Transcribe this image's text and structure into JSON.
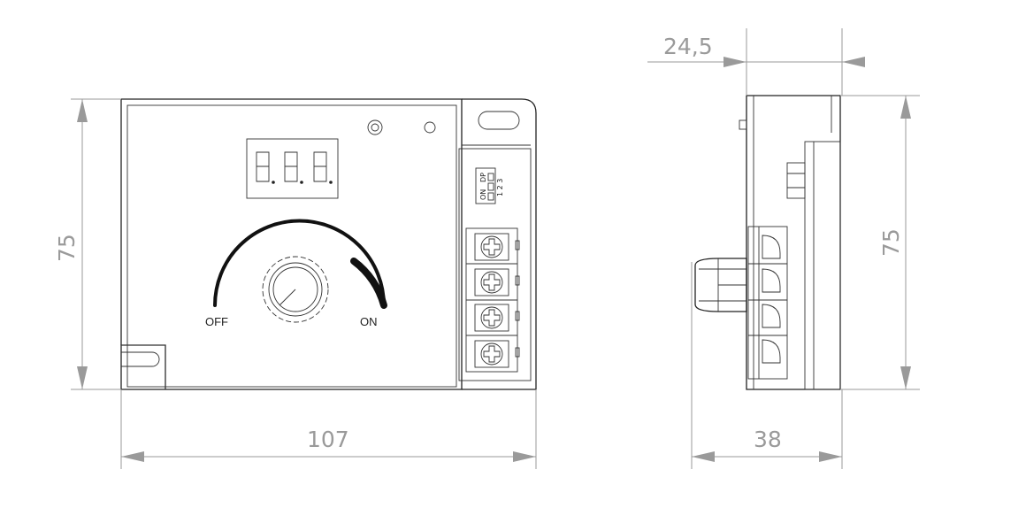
{
  "dimensions": {
    "front_width": "107",
    "front_height": "75",
    "side_depth": "38",
    "side_height": "75",
    "top_depth": "24,5"
  },
  "labels": {
    "off": "OFF",
    "on": "ON",
    "dip_on": "ON",
    "dip_dp": "DP",
    "dip_numbers": "1 2 3"
  },
  "display": {
    "digits": "8.8.8."
  },
  "colors": {
    "line": "#222222",
    "dimension": "#9a9a9a"
  },
  "icons": {
    "terminal_screw": "phillips-screw-icon",
    "led": "led-indicator-icon",
    "knob": "rotary-knob-icon"
  }
}
